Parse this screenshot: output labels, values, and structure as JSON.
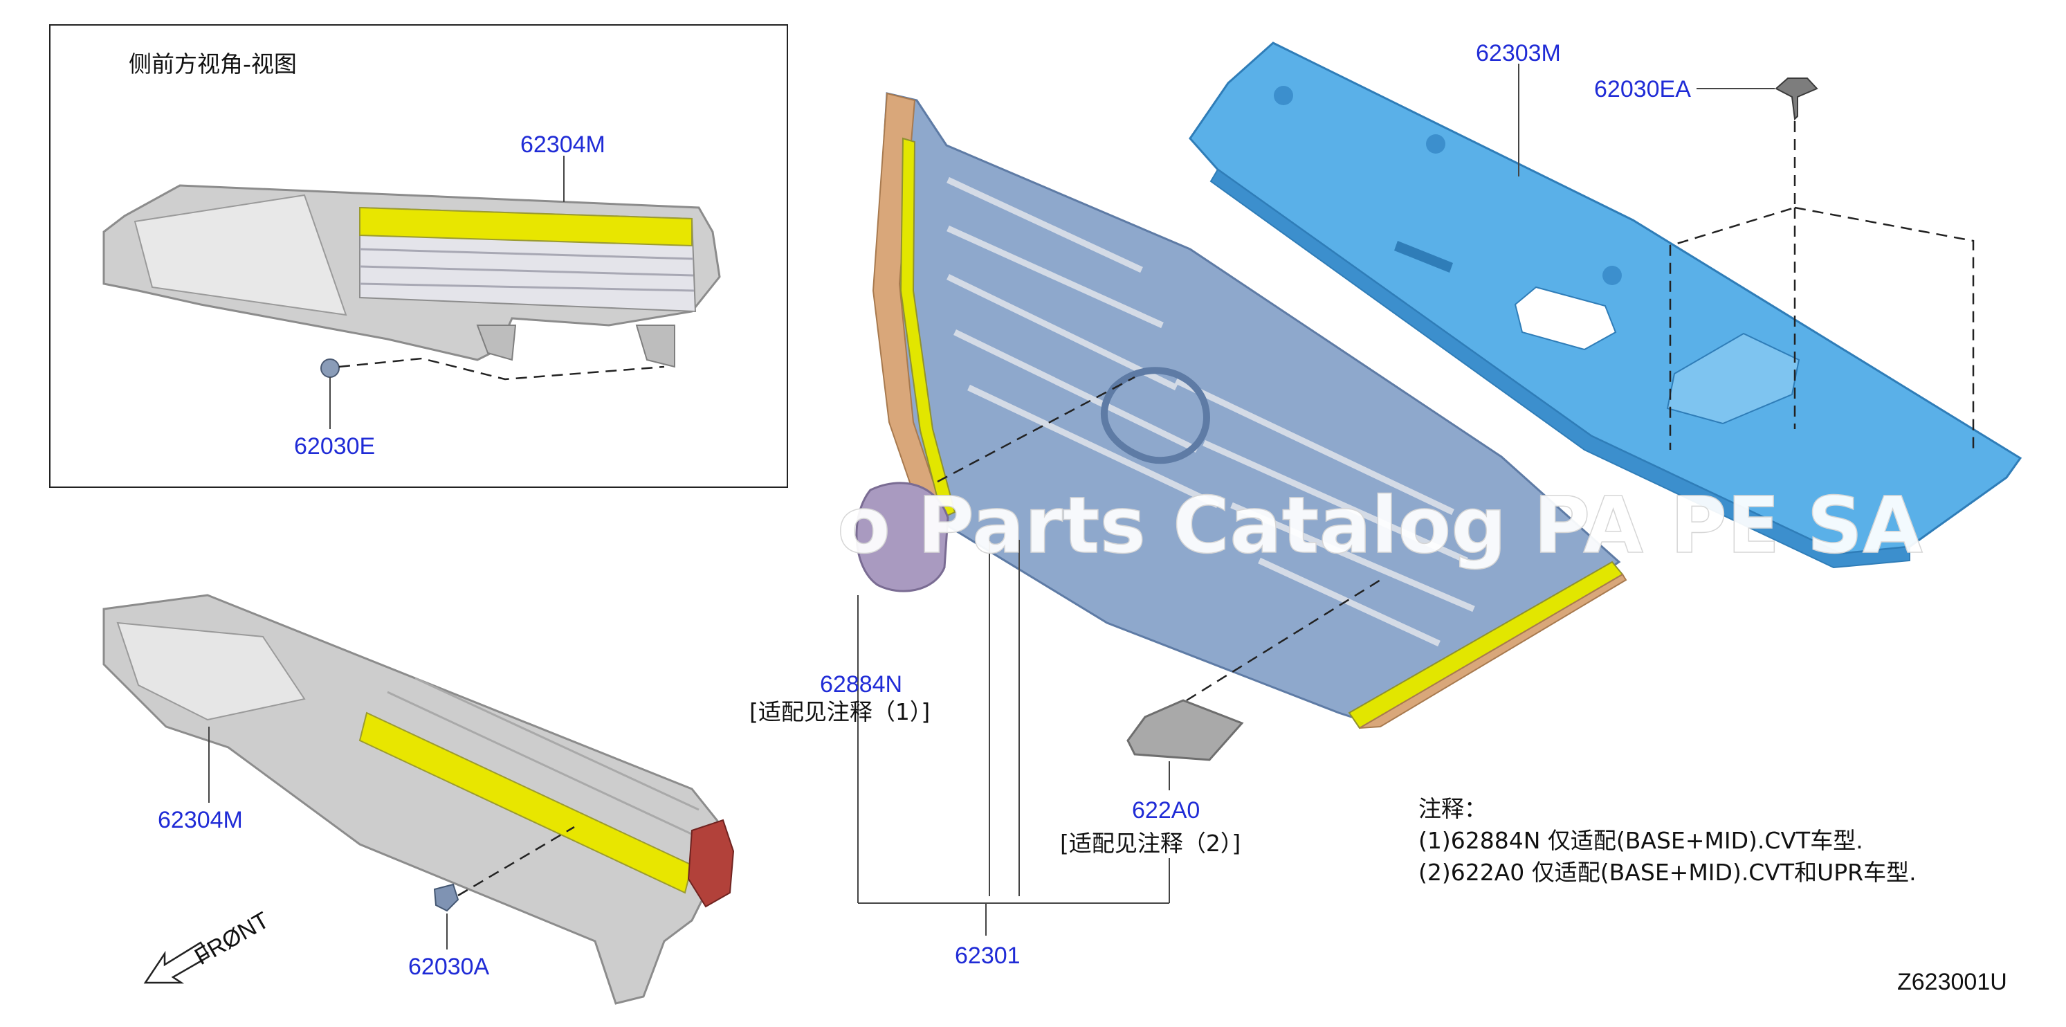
{
  "inset": {
    "title": "侧前方视角-视图"
  },
  "callouts": {
    "inset_part": "62304M",
    "inset_clip": "62030E",
    "panel_cover": "62303M",
    "panel_clip": "62030EA",
    "main_part": "62304M",
    "main_clip": "62030A",
    "grille": "62301",
    "emblem": "62884N",
    "emblem_note": "[适配见注释（1）]",
    "insert": "622A0",
    "insert_note": "[适配见注释（2）]"
  },
  "front_arrow": {
    "label": "FRØNT"
  },
  "notes": {
    "heading": "注释：",
    "line1": "(1)62884N 仅适配(BASE+MID).CVT车型.",
    "line2": "(2)622A0 仅适配(BASE+MID).CVT和UPR车型."
  },
  "diagram_code": "Z623001U",
  "watermark": "o Parts Catalog PA    PE SA",
  "colors": {
    "callout": "#1f2bd6",
    "grille": "#8ea8cc",
    "panel": "#5ab0e8",
    "chrome_strip": "#e2e600",
    "trim": "#d9a77a",
    "bracket": "#c9c9c9",
    "emblem": "#a99ac0",
    "reflector": "#b2413a"
  }
}
